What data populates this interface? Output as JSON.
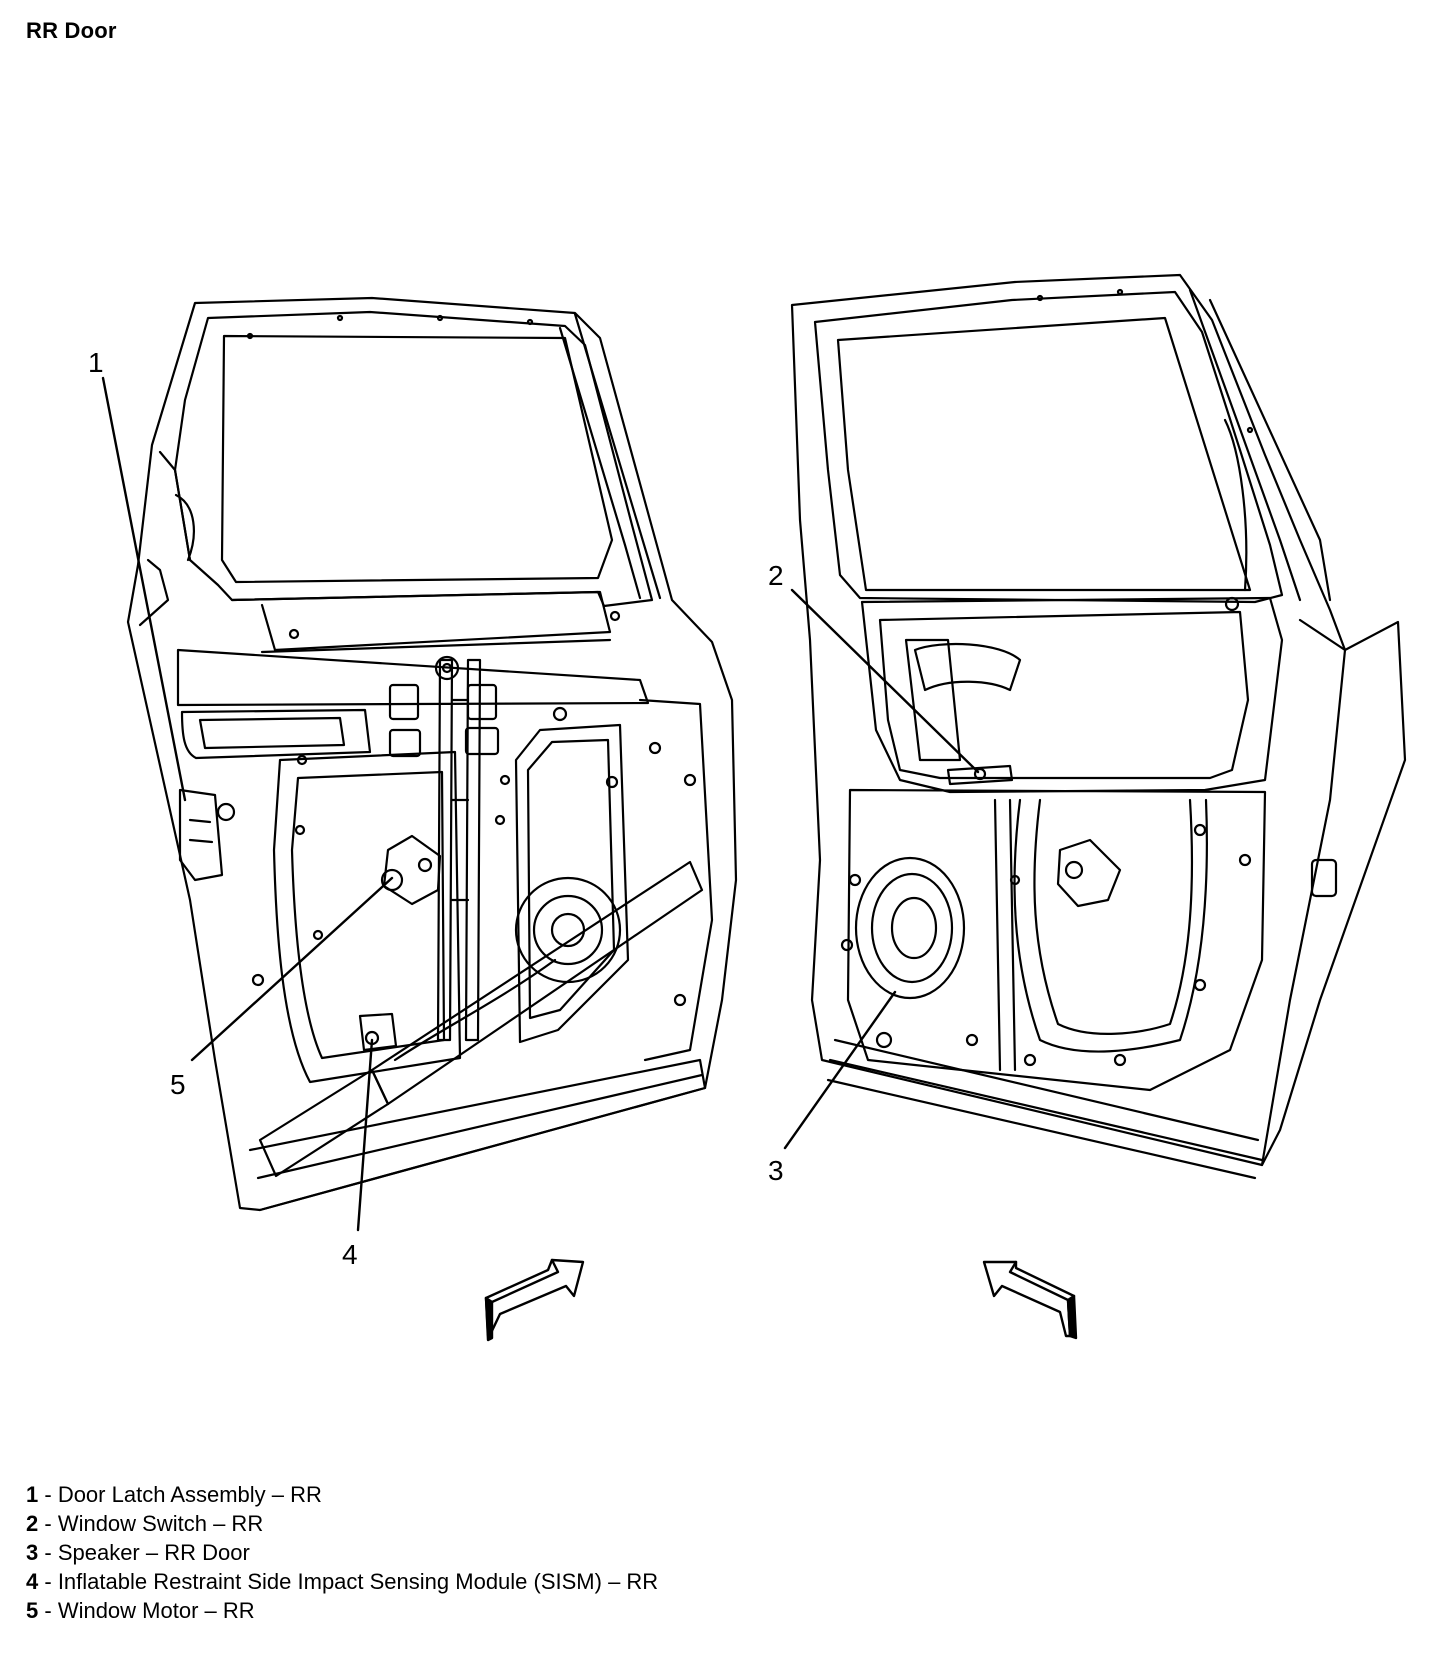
{
  "page_title": "RR Door",
  "callouts": [
    {
      "number": "1"
    },
    {
      "number": "2"
    },
    {
      "number": "3"
    },
    {
      "number": "4"
    },
    {
      "number": "5"
    }
  ],
  "legend": [
    {
      "number": "1",
      "separator": " - ",
      "text": "Door Latch Assembly – RR"
    },
    {
      "number": "2",
      "separator": " - ",
      "text": "Window Switch – RR"
    },
    {
      "number": "3",
      "separator": " - ",
      "text": "Speaker – RR Door"
    },
    {
      "number": "4",
      "separator": " - ",
      "text": "Inflatable Restraint Side Impact Sensing Module (SISM) – RR"
    },
    {
      "number": "5",
      "separator": " - ",
      "text": "Window Motor – RR"
    }
  ]
}
